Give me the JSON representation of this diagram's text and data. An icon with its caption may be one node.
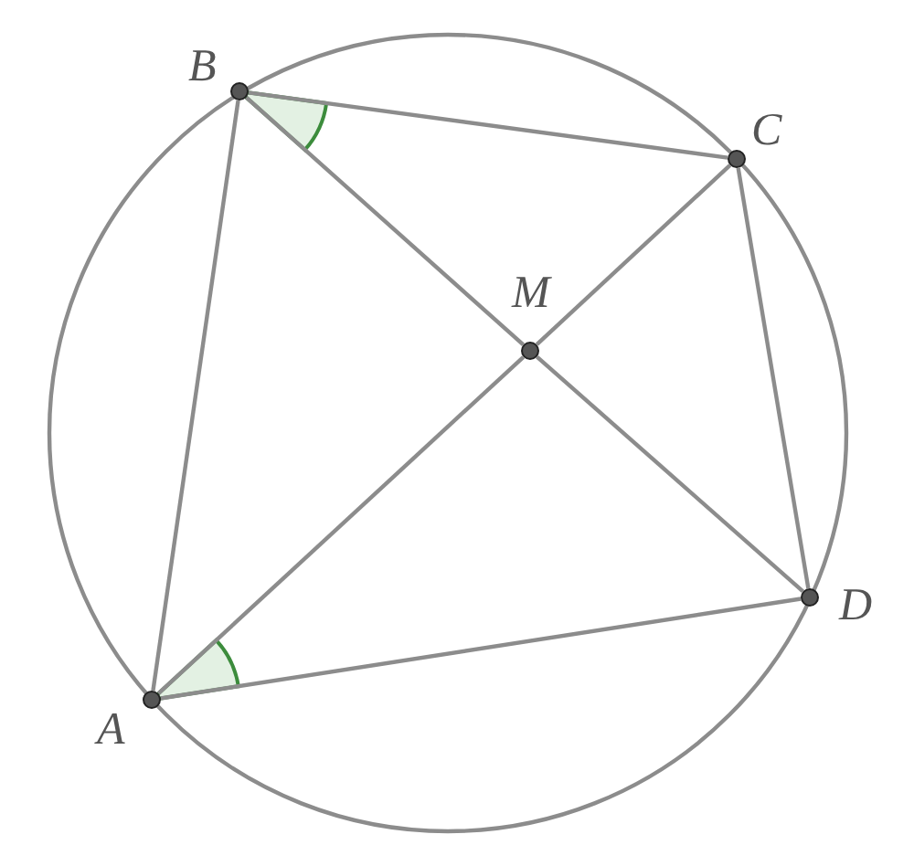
{
  "diagram": {
    "nodes": [
      {
        "text": [
          "B"
        ]
      },
      {
        "text": [
          "C"
        ]
      },
      {
        "text": [
          "M"
        ]
      },
      {
        "text": [
          "A"
        ]
      },
      {
        "text": [
          "D"
        ]
      }
    ],
    "edges": [
      {
        "from": 3,
        "to": 0,
        "arrow": "none"
      },
      {
        "from": 0,
        "to": 1,
        "arrow": "none"
      },
      {
        "from": 1,
        "to": 4,
        "arrow": "none"
      },
      {
        "from": 4,
        "to": 3,
        "arrow": "none"
      },
      {
        "from": 3,
        "to": 2,
        "arrow": "none"
      },
      {
        "from": 2,
        "to": 1,
        "arrow": "none"
      },
      {
        "from": 0,
        "to": 2,
        "arrow": "none"
      },
      {
        "from": 2,
        "to": 4,
        "arrow": "none"
      }
    ]
  }
}
